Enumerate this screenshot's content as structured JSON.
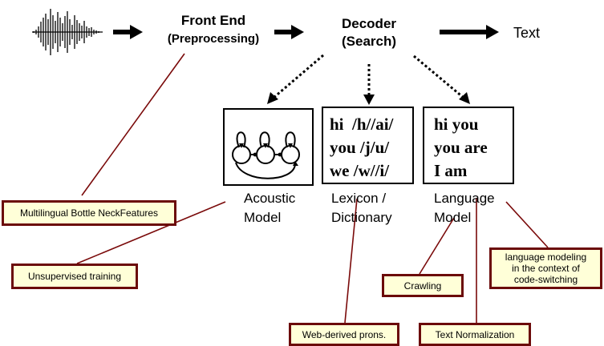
{
  "pipeline": {
    "front_end_title": "Front End",
    "front_end_subtitle": "(Preprocessing)",
    "decoder_title": "Decoder",
    "decoder_subtitle": "(Search)",
    "output_label": "Text",
    "input_icon": "waveform-icon"
  },
  "models": {
    "acoustic": {
      "label_line1": "Acoustic",
      "label_line2": "Model",
      "icon": "hmm-state-diagram-icon"
    },
    "lexicon": {
      "label_line1": "Lexicon /",
      "label_line2": "Dictionary",
      "entries": [
        "hi  /h//ai/",
        "you /j/u/",
        "we /w//i/"
      ]
    },
    "language": {
      "label_line1": "Language",
      "label_line2": "Model",
      "entries": [
        "hi you",
        "you are",
        "I am"
      ]
    }
  },
  "annotations": {
    "multilingual_bnf": "Multilingual Bottle NeckFeatures",
    "unsupervised": "Unsupervised training",
    "web_prons": "Web-derived prons.",
    "crawling": "Crawling",
    "text_norm": "Text Normalization",
    "lm_codeswitch_line1": "language modeling",
    "lm_codeswitch_line2": "in the context of",
    "lm_codeswitch_line3": "code-switching"
  },
  "colors": {
    "annotation_border": "#6b0a0a",
    "annotation_fill": "#ffffd8",
    "connector_line": "#7a0a0a"
  }
}
